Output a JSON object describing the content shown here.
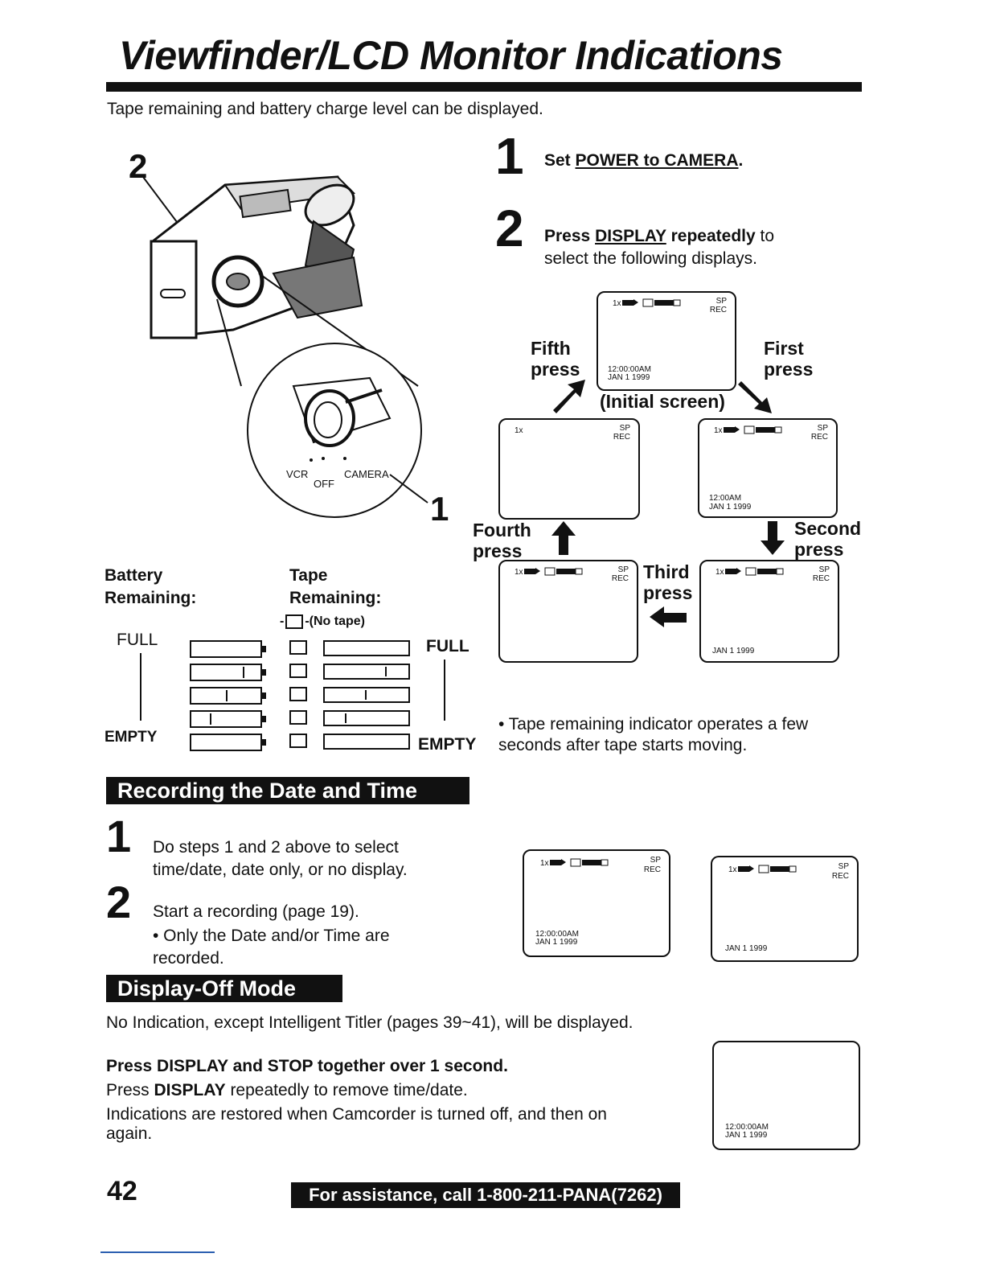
{
  "header": {
    "title": "Viewfinder/LCD Monitor Indications",
    "intro": "Tape remaining and battery charge level can be displayed."
  },
  "callouts": {
    "two": "2",
    "one": "1"
  },
  "camera": {
    "vcr": "VCR",
    "off": "OFF",
    "camera": "CAMERA"
  },
  "steps": [
    {
      "num": "1",
      "pre": "Set ",
      "link": "POWER to CAMERA",
      "post": "."
    },
    {
      "num": "2",
      "pre": "Press ",
      "link": "DISPLAY",
      "bold_post": " repeatedly",
      "post": " to select the following displays."
    }
  ],
  "screen_text": {
    "zoom": "1x",
    "sp": "SP",
    "rec": "REC",
    "time_full": "12:00:00AM",
    "time_short": "12:00AM",
    "date": "JAN  1 1999"
  },
  "presses": {
    "initial": "(Initial screen)",
    "first": [
      "First",
      "press"
    ],
    "second": [
      "Second",
      "press"
    ],
    "third": [
      "Third",
      "press"
    ],
    "fourth": [
      "Fourth",
      "press"
    ],
    "fifth": [
      "Fifth",
      "press"
    ]
  },
  "battery": {
    "label": [
      "Battery",
      "Remaining:"
    ],
    "full": "FULL",
    "empty": "EMPTY",
    "levels": [
      1.0,
      0.75,
      0.5,
      0.25,
      0.0
    ]
  },
  "tape": {
    "label": [
      "Tape",
      "Remaining:"
    ],
    "no_tape": "-(No tape)",
    "full": "FULL",
    "empty": "EMPTY",
    "levels": [
      1.0,
      0.75,
      0.5,
      0.25,
      0.0
    ]
  },
  "tape_note": "• Tape remaining indicator operates a few seconds after tape starts moving.",
  "recording": {
    "heading": "Recording the Date and Time",
    "steps": [
      {
        "num": "1",
        "text": "Do steps 1 and 2 above to select time/date, date only, or no display."
      },
      {
        "num": "2",
        "text": "Start a recording (page 19).",
        "sub": "• Only the Date and/or Time are recorded."
      }
    ]
  },
  "display_off": {
    "heading": "Display-Off Mode",
    "p1": "No Indication, except Intelligent Titler (pages 39~41), will be displayed.",
    "p2": "Press DISPLAY and STOP together over 1 second.",
    "p3_pre": "Press ",
    "p3_bold": "DISPLAY",
    "p3_post": " repeatedly to remove time/date.",
    "p4": "Indications are restored when Camcorder is turned off, and then on again."
  },
  "footer": {
    "page": "42",
    "assist": "For assistance, call 1-800-211-PANA(7262)"
  }
}
